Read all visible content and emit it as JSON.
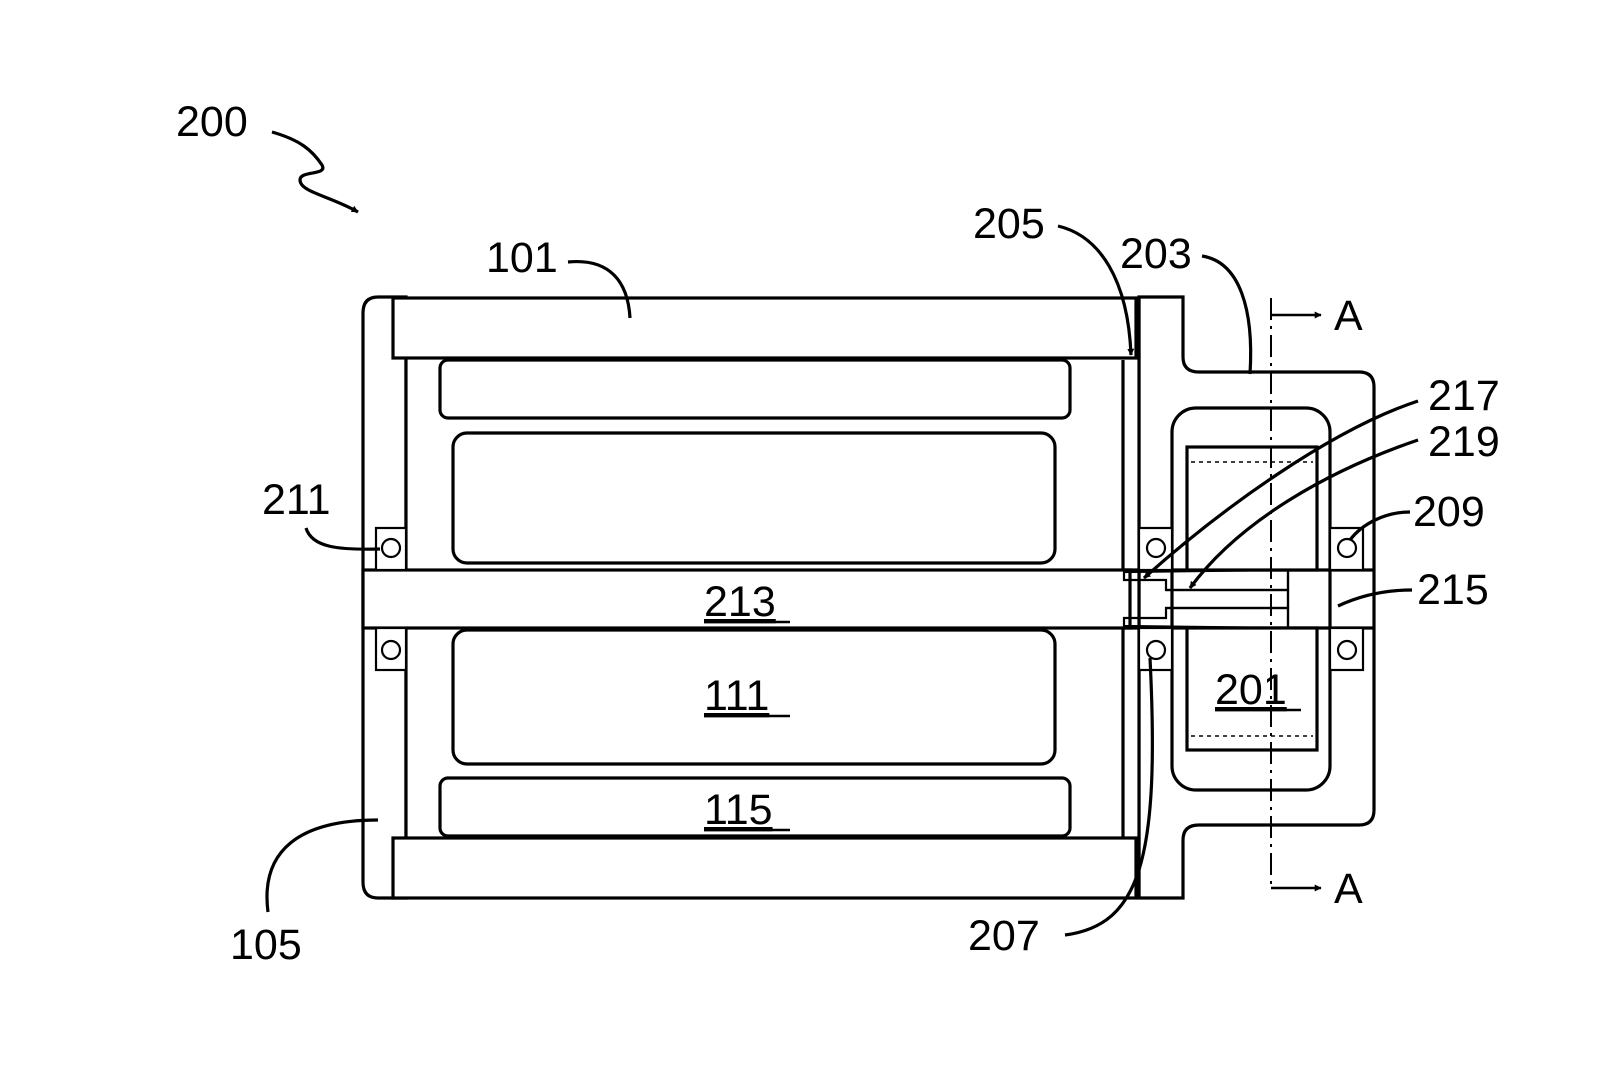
{
  "labels": {
    "r200": "200",
    "r101": "101",
    "r205": "205",
    "r203": "203",
    "r217": "217",
    "r219": "219",
    "r211": "211",
    "r209": "209",
    "r215": "215",
    "r105": "105",
    "r207": "207",
    "sectionTop": "A",
    "sectionBottom": "A"
  },
  "underlined_labels": {
    "r213": "213",
    "r111": "111",
    "r115": "115",
    "r201": "201"
  }
}
